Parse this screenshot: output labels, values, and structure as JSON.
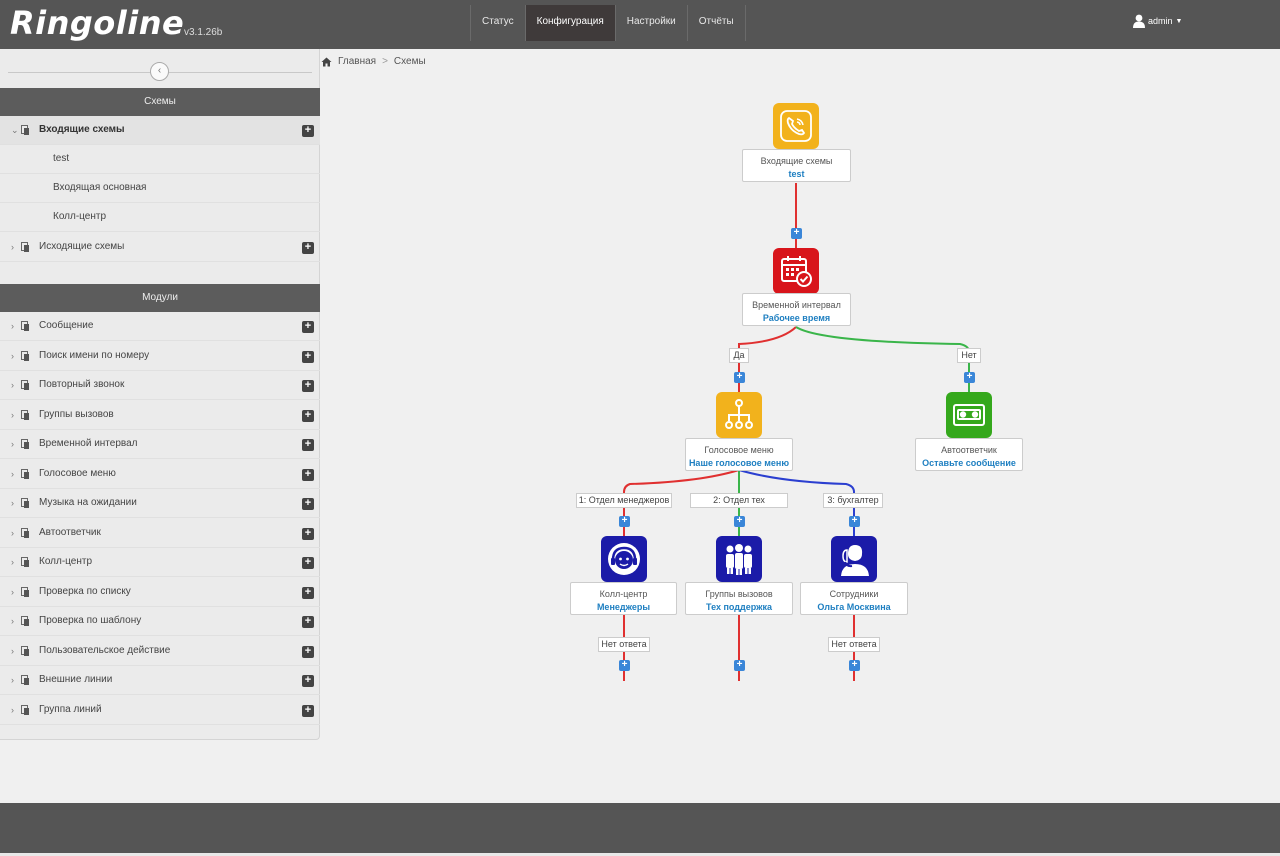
{
  "app": {
    "logo": "Ringoline",
    "version": "v3.1.26b"
  },
  "nav": [
    {
      "label": "Статус"
    },
    {
      "label": "Конфигурация"
    },
    {
      "label": "Настройки"
    },
    {
      "label": "Отчёты"
    }
  ],
  "user": {
    "name": "admin"
  },
  "breadcrumb": {
    "home": "Главная",
    "current": "Схемы"
  },
  "sidebar": {
    "schemes_title": "Схемы",
    "incoming": {
      "label": "Входящие схемы",
      "children": [
        "test",
        "Входящая основная",
        "Колл-центр"
      ]
    },
    "outgoing": {
      "label": "Исходящие схемы"
    },
    "modules_title": "Модули",
    "modules": [
      "Сообщение",
      "Поиск имени по номеру",
      "Повторный звонок",
      "Группы вызовов",
      "Временной интервал",
      "Голосовое меню",
      "Музыка на ожидании",
      "Автоответчик",
      "Колл-центр",
      "Проверка по списку",
      "Проверка по шаблону",
      "Пользовательское действие",
      "Внешние линии",
      "Группа линий"
    ]
  },
  "diagram": {
    "colors": {
      "red": "#e03030",
      "green": "#3ab54a",
      "blue": "#2b3fd0",
      "orange": "#f2b21c",
      "darkred": "#d8151b",
      "brightgreen": "#35a81c",
      "navy": "#1b1ba8"
    },
    "nodes": {
      "incoming": {
        "type": "Входящие схемы",
        "name": "test",
        "icon": "phone-icon"
      },
      "interval": {
        "type": "Временной интервал",
        "name": "Рабочее время",
        "icon": "calendar-check-icon"
      },
      "ivr": {
        "type": "Голосовое меню",
        "name": "Наше голосовое меню",
        "icon": "hierarchy-icon"
      },
      "autoanswer": {
        "type": "Автоответчик",
        "name": "Оставьте сообщение",
        "icon": "cassette-icon"
      },
      "callcenter": {
        "type": "Колл-центр",
        "name": "Менеджеры",
        "icon": "headset-icon"
      },
      "group": {
        "type": "Группы вызовов",
        "name": "Тех поддержка",
        "icon": "group-icon"
      },
      "employee": {
        "type": "Сотрудники",
        "name": "Ольга Москвина",
        "icon": "operator-icon"
      }
    },
    "labels": {
      "yes": "Да",
      "no": "Нет",
      "opt1": "1: Отдел менеджеров",
      "opt2": "2: Отдел тех",
      "opt3": "3: бухгалтер",
      "noanswer1": "Нет ответа",
      "noanswer3": "Нет ответа"
    }
  }
}
